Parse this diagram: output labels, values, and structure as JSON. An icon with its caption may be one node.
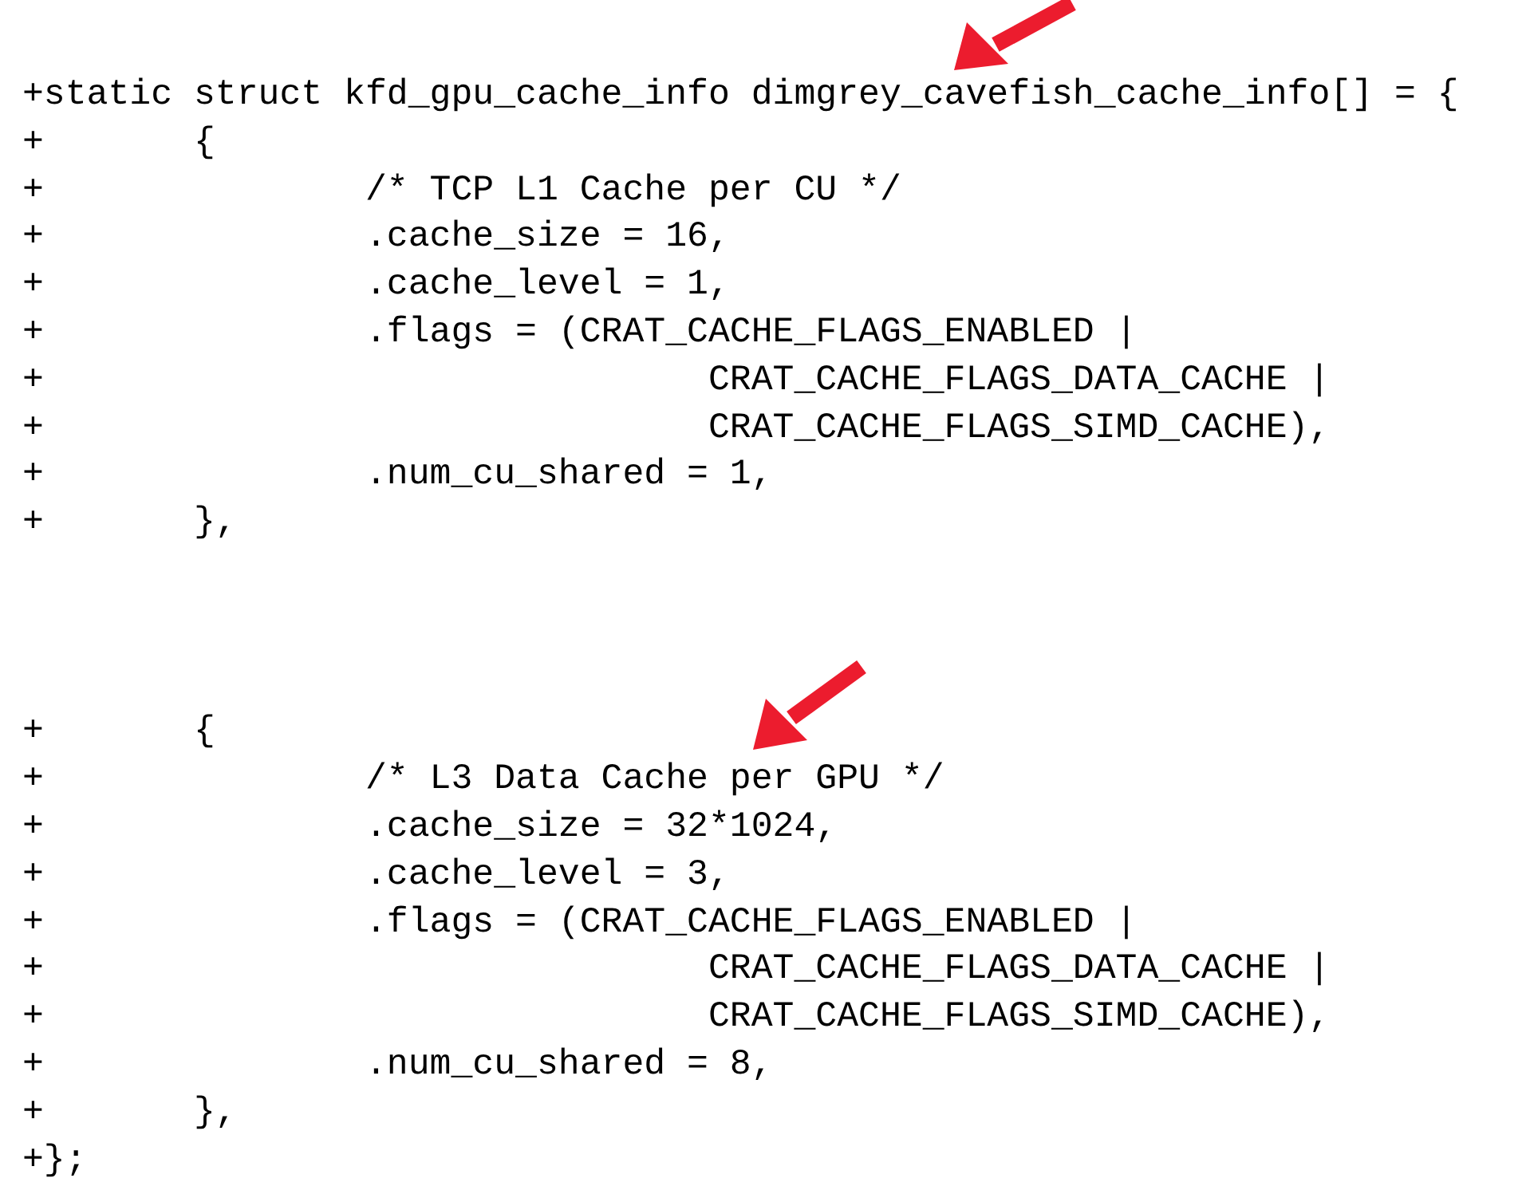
{
  "diagram": {
    "labels": [
      "+static struct kfd_gpu_cache_info dimgrey_cavefish_cache_info[] = {",
      "+       {",
      "+               /* TCP L1 Cache per CU */",
      "+               .cache_size = 16,",
      "+               .cache_level = 1,",
      "+               .flags = (CRAT_CACHE_FLAGS_ENABLED |",
      "+                               CRAT_CACHE_FLAGS_DATA_CACHE |",
      "+                               CRAT_CACHE_FLAGS_SIMD_CACHE),",
      "+               .num_cu_shared = 1,",
      "+       },",
      "+       {",
      "+               /* L3 Data Cache per GPU */",
      "+               .cache_size = 32*1024,",
      "+               .cache_level = 3,",
      "+               .flags = (CRAT_CACHE_FLAGS_ENABLED |",
      "+                               CRAT_CACHE_FLAGS_DATA_CACHE |",
      "+                               CRAT_CACHE_FLAGS_SIMD_CACHE),",
      "+               .num_cu_shared = 8,",
      "+       },",
      "+};"
    ]
  }
}
